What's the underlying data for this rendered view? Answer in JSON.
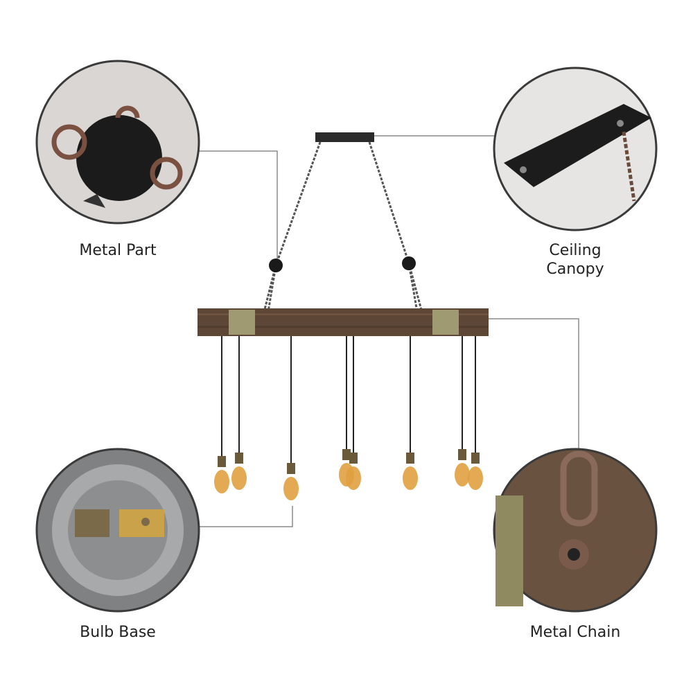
{
  "callouts": [
    {
      "id": "metal-part",
      "label": "Metal Part"
    },
    {
      "id": "ceiling-canopy",
      "label_line1": "Ceiling",
      "label_line2": "Canopy"
    },
    {
      "id": "bulb-base",
      "label": "Bulb Base"
    },
    {
      "id": "metal-chain",
      "label": "Metal Chain"
    }
  ],
  "colors": {
    "leader": "#8a8a8a",
    "circle_border": "#3a3a3a",
    "wood": "#5e4636",
    "bulb": "#e0a040",
    "metal": "#222222"
  }
}
